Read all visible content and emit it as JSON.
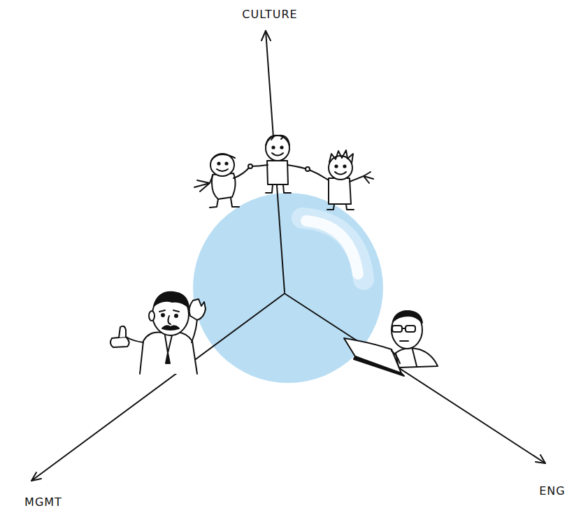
{
  "diagram": {
    "labels": [
      "CULTURE",
      "MGMT",
      "ENG"
    ]
  }
}
